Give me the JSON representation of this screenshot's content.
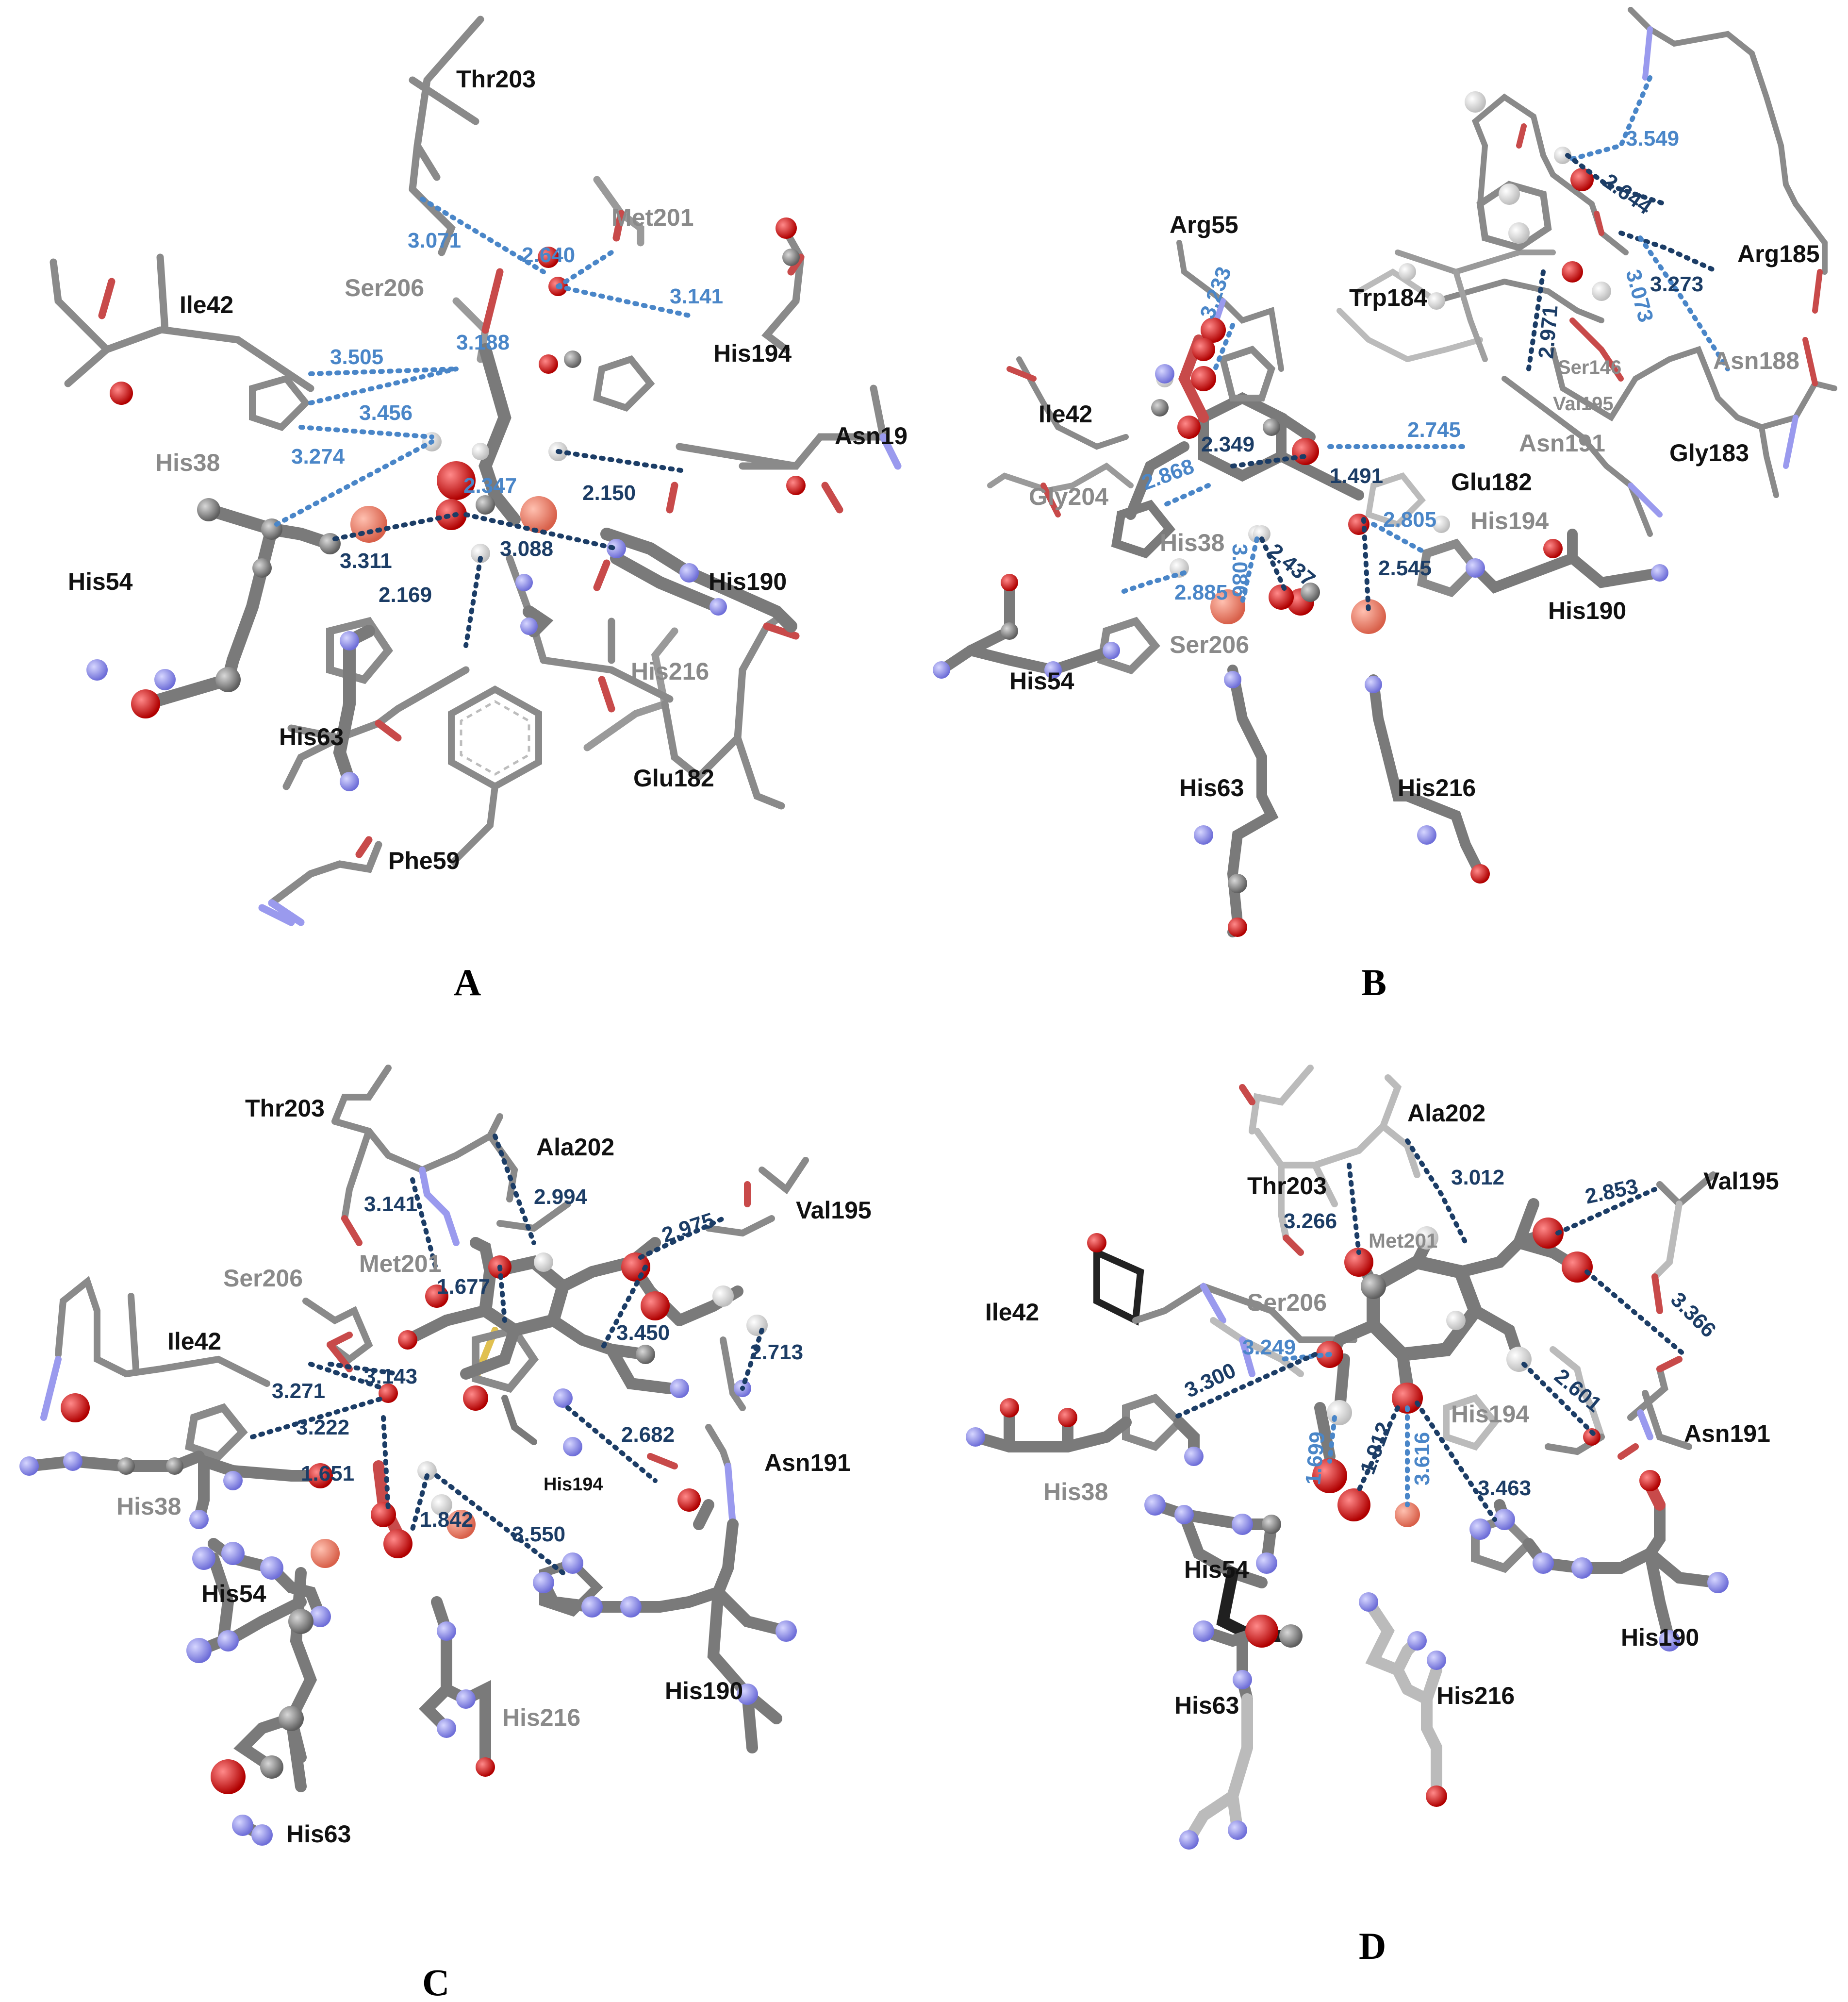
{
  "colors": {
    "carbon": "#7a7a7a",
    "nitrogen": "#8f8fe8",
    "oxygen": "#d11a1a",
    "hydrogen": "#f2f2f2",
    "sulfur": "#e0c050",
    "zinc": "#e8806a",
    "label_dark": "#111111",
    "label_grey": "#8a8a8a",
    "hbond_light": "#4a86c8",
    "hbond_dark": "#1c3d66"
  },
  "panels": [
    {
      "letter": "A",
      "residues": [
        "Thr203",
        "Met201",
        "Ser206",
        "Ile42",
        "His194",
        "Asn19",
        "His38",
        "His54",
        "His190",
        "His216",
        "His63",
        "Glu182",
        "Phe59"
      ],
      "distances": [
        "3.071",
        "2.640",
        "3.141",
        "3.505",
        "3.188",
        "3.456",
        "3.274",
        "2.347",
        "2.150",
        "3.311",
        "3.088",
        "2.169"
      ]
    },
    {
      "letter": "B",
      "residues": [
        "Arg55",
        "Trp184",
        "Arg185",
        "Asn188",
        "Ser146",
        "Val195",
        "Ile42",
        "Asn191",
        "Gly183",
        "Gly204",
        "Glu182",
        "His194",
        "His38",
        "His190",
        "Ser206",
        "His54",
        "His63",
        "His216"
      ],
      "distances": [
        "3.549",
        "2.644",
        "3.273",
        "3.233",
        "2.971",
        "3.073",
        "2.745",
        "2.349",
        "1.491",
        "2.868",
        "2.805",
        "2.437",
        "2.545",
        "2.885",
        "3.086"
      ]
    },
    {
      "letter": "C",
      "residues": [
        "Thr203",
        "Ala202",
        "Val195",
        "Met201",
        "Ser206",
        "Ile42",
        "His38",
        "His194",
        "Asn191",
        "His54",
        "His190",
        "His216",
        "His63"
      ],
      "distances": [
        "3.141",
        "2.994",
        "2.975",
        "1.677",
        "3.450",
        "2.713",
        "3.271",
        "3.143",
        "3.222",
        "1.651",
        "2.682",
        "1.842",
        "3.550"
      ]
    },
    {
      "letter": "D",
      "residues": [
        "Ala202",
        "Thr203",
        "Val195",
        "Met201",
        "Ile42",
        "Ser206",
        "His194",
        "Asn191",
        "His38",
        "His54",
        "His190",
        "His63",
        "His216"
      ],
      "distances": [
        "3.012",
        "3.266",
        "2.853",
        "3.249",
        "3.366",
        "3.300",
        "2.601",
        "1.699",
        "1.912",
        "3.616",
        "3.463"
      ]
    }
  ]
}
